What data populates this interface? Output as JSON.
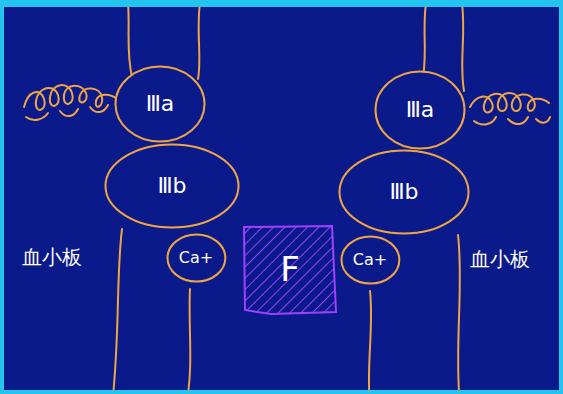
{
  "diagram": {
    "nodes": [
      {
        "text": [
          "Ⅲa"
        ]
      },
      {
        "text": [
          "Ⅲa"
        ]
      },
      {
        "text": [
          "Ⅲb"
        ]
      },
      {
        "text": [
          "F"
        ]
      },
      {
        "text": [
          "Ⅲb"
        ]
      },
      {
        "text": [
          "Ca+"
        ]
      },
      {
        "text": [
          "Ca+"
        ]
      }
    ],
    "labels": [
      "血小板",
      "血小板"
    ]
  }
}
